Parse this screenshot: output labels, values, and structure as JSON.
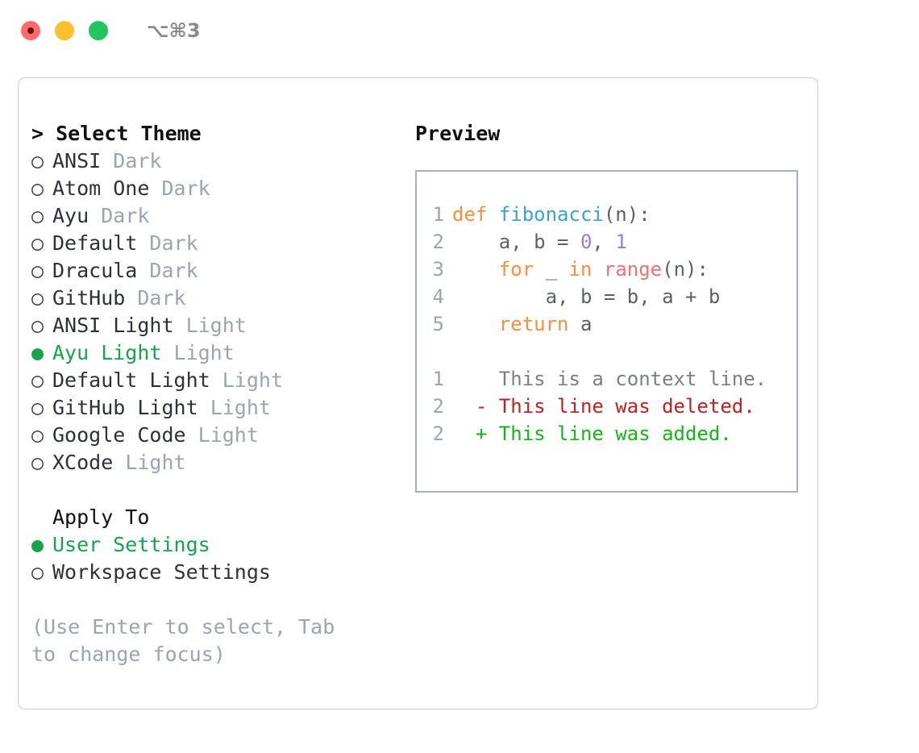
{
  "titlebar": {
    "shortcut": "⌥⌘3",
    "dots": [
      "close-dot",
      "minimize-dot",
      "maximize-dot"
    ]
  },
  "theme_section": {
    "header": "> Select Theme",
    "prefix_marker": ">",
    "options": [
      {
        "marker": "○",
        "label": "ANSI",
        "variant": "Dark",
        "selected": false
      },
      {
        "marker": "○",
        "label": "Atom One",
        "variant": "Dark",
        "selected": false
      },
      {
        "marker": "○",
        "label": "Ayu",
        "variant": "Dark",
        "selected": false
      },
      {
        "marker": "○",
        "label": "Default",
        "variant": "Dark",
        "selected": false
      },
      {
        "marker": "○",
        "label": "Dracula",
        "variant": "Dark",
        "selected": false
      },
      {
        "marker": "○",
        "label": "GitHub",
        "variant": "Dark",
        "selected": false
      },
      {
        "marker": "○",
        "label": "ANSI Light",
        "variant": "Light",
        "selected": false
      },
      {
        "marker": "●",
        "label": "Ayu Light",
        "variant": "Light",
        "selected": true
      },
      {
        "marker": "○",
        "label": "Default Light",
        "variant": "Light",
        "selected": false
      },
      {
        "marker": "○",
        "label": "GitHub Light",
        "variant": "Light",
        "selected": false
      },
      {
        "marker": "○",
        "label": "Google Code",
        "variant": "Light",
        "selected": false
      },
      {
        "marker": "○",
        "label": "XCode",
        "variant": "Light",
        "selected": false
      }
    ]
  },
  "apply_section": {
    "header": "Apply To",
    "options": [
      {
        "marker": "●",
        "label": "User Settings",
        "selected": true
      },
      {
        "marker": "○",
        "label": "Workspace Settings",
        "selected": false
      }
    ]
  },
  "hint": "(Use Enter to select, Tab to change focus)",
  "preview": {
    "title": "Preview",
    "code_lines": [
      {
        "no": "1",
        "tokens": [
          {
            "t": "def",
            "c": "kw"
          },
          {
            "t": " ",
            "c": "pl"
          },
          {
            "t": "fibonacci",
            "c": "fn"
          },
          {
            "t": "(n):",
            "c": "pl"
          }
        ]
      },
      {
        "no": "2",
        "tokens": [
          {
            "t": "    a, b = ",
            "c": "pl"
          },
          {
            "t": "0",
            "c": "num"
          },
          {
            "t": ", ",
            "c": "pl"
          },
          {
            "t": "1",
            "c": "num"
          }
        ]
      },
      {
        "no": "3",
        "tokens": [
          {
            "t": "    ",
            "c": "pl"
          },
          {
            "t": "for",
            "c": "kw"
          },
          {
            "t": " _ ",
            "c": "pl"
          },
          {
            "t": "in",
            "c": "kw"
          },
          {
            "t": " ",
            "c": "pl"
          },
          {
            "t": "range",
            "c": "blt"
          },
          {
            "t": "(n):",
            "c": "pl"
          }
        ]
      },
      {
        "no": "4",
        "tokens": [
          {
            "t": "        a, b = b, a + b",
            "c": "pl"
          }
        ]
      },
      {
        "no": "5",
        "tokens": [
          {
            "t": "    ",
            "c": "pl"
          },
          {
            "t": "return",
            "c": "kw"
          },
          {
            "t": " a",
            "c": "pl"
          }
        ]
      }
    ],
    "diff_lines": [
      {
        "no": "1",
        "sign": " ",
        "text": "This is a context line.",
        "kind": "context"
      },
      {
        "no": "2",
        "sign": "-",
        "text": "This line was deleted.",
        "kind": "del"
      },
      {
        "no": "2",
        "sign": "+",
        "text": "This line was added.",
        "kind": "add"
      }
    ]
  },
  "colors": {
    "accent_green": "#16a34a",
    "muted": "#9aa4b2",
    "keyword": "#fa8d3e",
    "function": "#36a3d9",
    "number": "#a37acc",
    "builtin": "#f07171",
    "plain": "#5c6166",
    "diff_add": "#16b516",
    "diff_del": "#c41e1e"
  }
}
